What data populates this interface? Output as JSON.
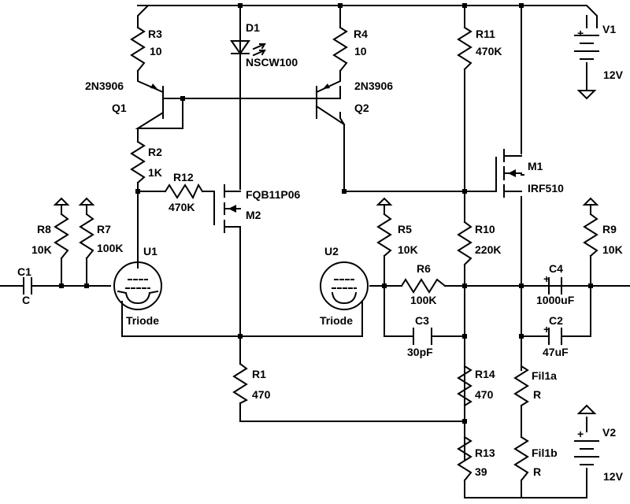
{
  "components": {
    "r3": {
      "ref": "R3",
      "value": "10"
    },
    "r4": {
      "ref": "R4",
      "value": "10"
    },
    "r11": {
      "ref": "R11",
      "value": "470K"
    },
    "r2": {
      "ref": "R2",
      "value": "1K"
    },
    "r12": {
      "ref": "R12",
      "value": "470K"
    },
    "r8": {
      "ref": "R8",
      "value": "10K"
    },
    "r7": {
      "ref": "R7",
      "value": "100K"
    },
    "r5": {
      "ref": "R5",
      "value": "10K"
    },
    "r10": {
      "ref": "R10",
      "value": "220K"
    },
    "r9": {
      "ref": "R9",
      "value": "10K"
    },
    "r6": {
      "ref": "R6",
      "value": "100K"
    },
    "r1": {
      "ref": "R1",
      "value": "470"
    },
    "r14": {
      "ref": "R14",
      "value": "470"
    },
    "r13": {
      "ref": "R13",
      "value": "39"
    },
    "fil1a": {
      "ref": "Fil1a",
      "value": "R"
    },
    "fil1b": {
      "ref": "Fil1b",
      "value": "R"
    },
    "d1": {
      "ref": "D1",
      "value": "NSCW100"
    },
    "q1": {
      "ref": "Q1",
      "value": "2N3906"
    },
    "q2": {
      "ref": "Q2",
      "value": "2N3906"
    },
    "m1": {
      "ref": "M1",
      "value": "IRF510"
    },
    "m2": {
      "ref": "M2",
      "value": "FQB11P06"
    },
    "u1": {
      "ref": "U1",
      "value": "Triode"
    },
    "u2": {
      "ref": "U2",
      "value": "Triode"
    },
    "c1": {
      "ref": "C1",
      "value": "C"
    },
    "c3": {
      "ref": "C3",
      "value": "30pF"
    },
    "c4": {
      "ref": "C4",
      "value": "1000uF"
    },
    "c2": {
      "ref": "C2",
      "value": "47uF"
    },
    "v1": {
      "ref": "V1",
      "value": "12V"
    },
    "v2": {
      "ref": "V2",
      "value": "12V"
    }
  },
  "polarity": {
    "plus": "+",
    "minus": "−"
  }
}
